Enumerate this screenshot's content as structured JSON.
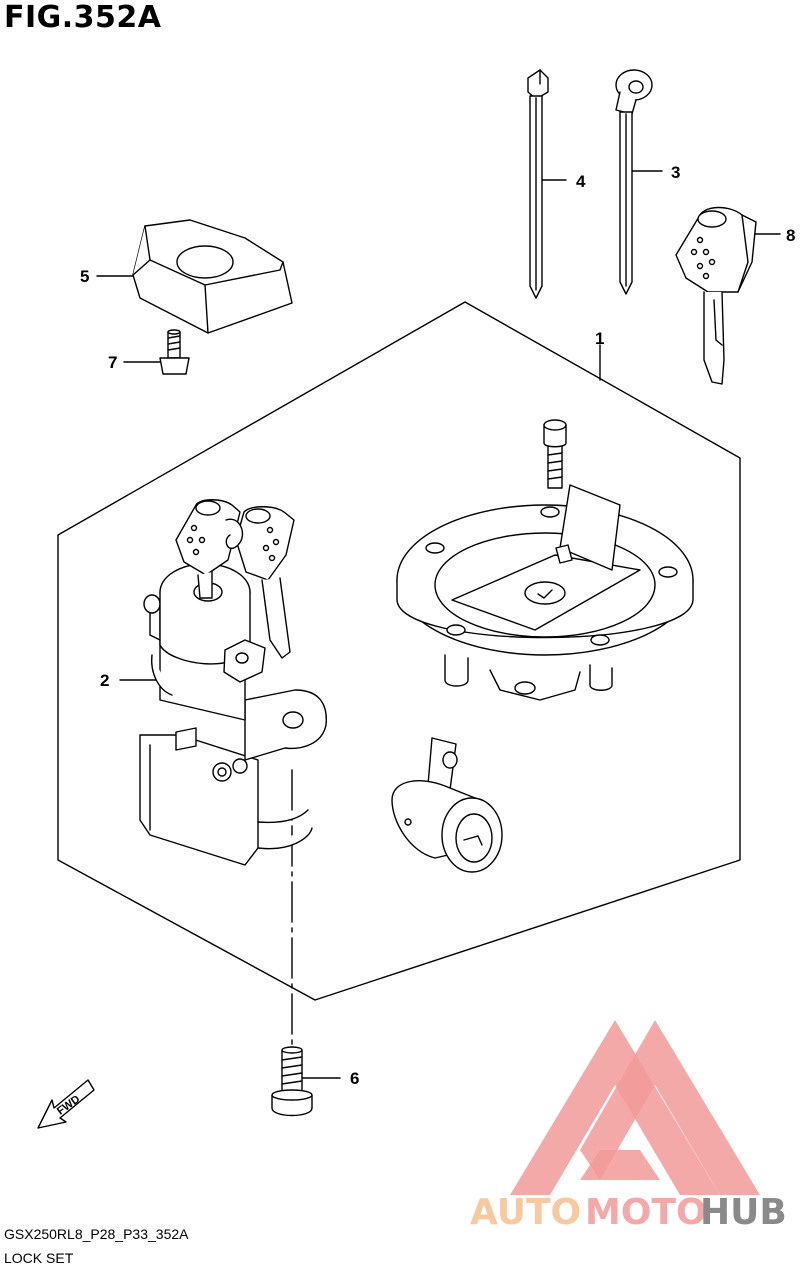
{
  "header": {
    "title": "FIG.352A"
  },
  "callouts": [
    {
      "id": "1",
      "label": "1"
    },
    {
      "id": "2",
      "label": "2"
    },
    {
      "id": "3",
      "label": "3"
    },
    {
      "id": "4",
      "label": "4"
    },
    {
      "id": "5",
      "label": "5"
    },
    {
      "id": "6",
      "label": "6"
    },
    {
      "id": "7",
      "label": "7"
    },
    {
      "id": "8",
      "label": "8"
    }
  ],
  "direction_marker": {
    "label": "FWD"
  },
  "footer": {
    "code": "GSX250RL8_P28_P33_352A",
    "name": "LOCK SET"
  },
  "watermark": {
    "part1": "AUTO",
    "part2": "MOTO",
    "part3": "HUB",
    "colors": {
      "auto": "#f8c9a0",
      "moto": "#f4a8a8",
      "hub": "#8a8a8a",
      "logo": "#f29a9a"
    }
  }
}
